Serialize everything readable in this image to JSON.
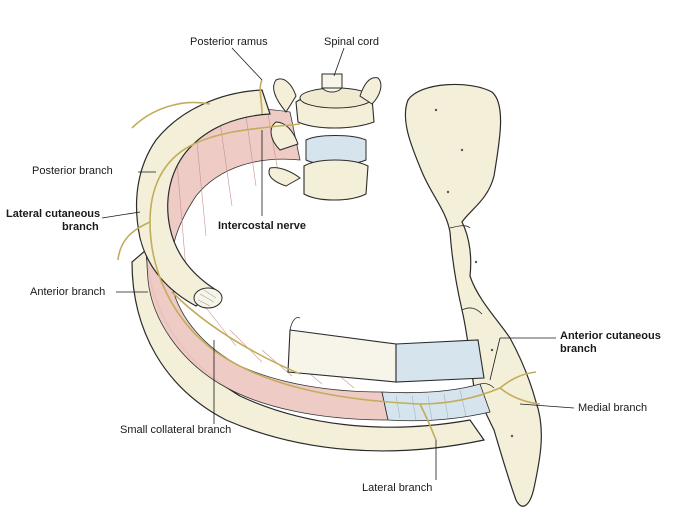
{
  "labels": {
    "posterior_ramus": "Posterior ramus",
    "spinal_cord": "Spinal cord",
    "posterior_branch": "Posterior branch",
    "lateral_cutaneous_branch_1": "Lateral cutaneous",
    "lateral_cutaneous_branch_2": "branch",
    "intercostal_nerve": "Intercostal nerve",
    "anterior_branch": "Anterior branch",
    "anterior_cutaneous_branch_1": "Anterior cutaneous",
    "anterior_cutaneous_branch_2": "branch",
    "medial_branch": "Medial branch",
    "small_collateral_branch": "Small collateral branch",
    "lateral_branch": "Lateral branch"
  },
  "colors": {
    "bone": "#f3efd9",
    "bone_outline": "#2b2b2b",
    "muscle": "#efc9c4",
    "membrane": "#d6e4ee",
    "nerve": "#e6d58f",
    "cartilage": "#f7f5ea"
  }
}
